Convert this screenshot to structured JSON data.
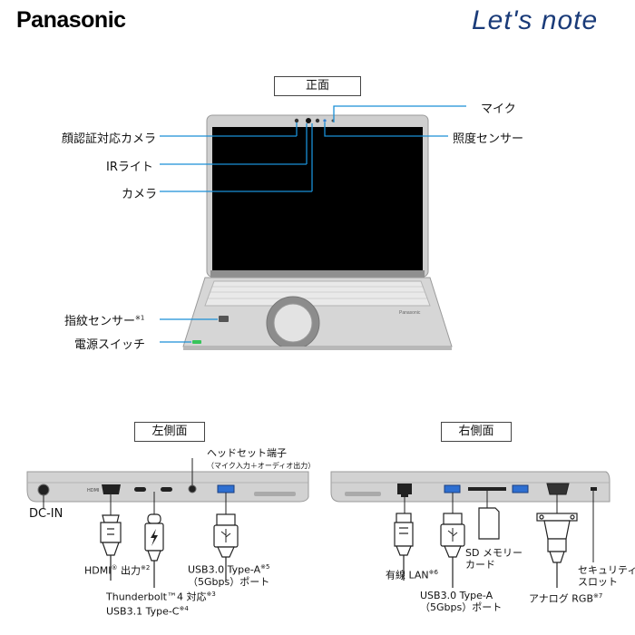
{
  "brand": {
    "left_logo": "Panasonic",
    "right_logo": "Let's note"
  },
  "front": {
    "section_title": "正面",
    "callouts": {
      "face_camera": "顔認証対応カメラ",
      "ir_light": "IRライト",
      "camera": "カメラ",
      "fingerprint": "指紋センサー",
      "fingerprint_note": "※1",
      "power_switch": "電源スイッチ",
      "mic": "マイク",
      "light_sensor": "照度センサー"
    },
    "keyboard_brand": "Panasonic"
  },
  "left_side": {
    "section_title": "左側面",
    "callouts": {
      "dc_in": "DC-IN",
      "hdmi": "HDMI",
      "hdmi_reg": "®",
      "hdmi_suffix": " 出力",
      "hdmi_note": "※2",
      "thunderbolt_line1": "Thunderbolt™4 対応",
      "thunderbolt_note1": "※3",
      "thunderbolt_line2": "USB3.1 Type-C",
      "thunderbolt_note2": "※4",
      "headset_line1": "ヘッドセット端子",
      "headset_line2": "（マイク入力＋オーディオ出力）",
      "usb_line1": "USB3.0 Type-A",
      "usb_note": "※5",
      "usb_line2": "（5Gbps）ポート"
    },
    "port_marks": {
      "hdmi": "HDMI"
    }
  },
  "right_side": {
    "section_title": "右側面",
    "callouts": {
      "lan": "有線 LAN",
      "lan_note": "※6",
      "usb_line1": "USB3.0 Type-A",
      "usb_line2": "（5Gbps）ポート",
      "sd_line1": "SD メモリー",
      "sd_line2": "カード",
      "rgb": "アナログ RGB",
      "rgb_note": "※7",
      "security_line1": "セキュリティ",
      "security_line2": "スロット"
    }
  },
  "colors": {
    "callout_line": "#1a8fd6",
    "chassis": "#c9c9c9",
    "screen": "#000000",
    "usb_blue": "#2e6fd1",
    "power_led": "#37c45a"
  }
}
